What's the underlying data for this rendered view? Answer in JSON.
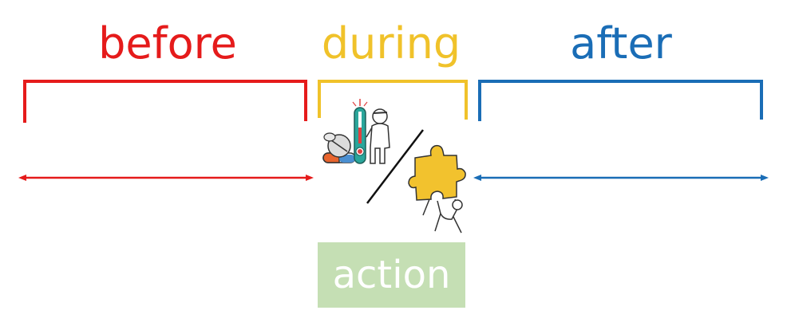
{
  "labels": {
    "before": "before",
    "during": "during",
    "after": "after",
    "action": "action"
  },
  "colors": {
    "before": "#e51b1b",
    "during": "#f0c22a",
    "after": "#1a6db6",
    "action_box": "#c5dfb4",
    "action_text": "#ffffff",
    "puzzle": "#f2c22e"
  },
  "icons": [
    "thermometer-patient-icon",
    "pills-icon",
    "puzzle-hand-icon"
  ]
}
